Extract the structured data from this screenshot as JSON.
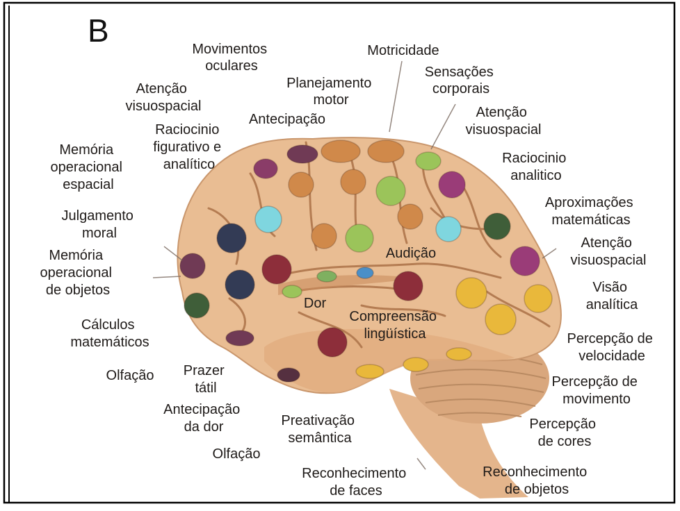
{
  "panel_letter": "B",
  "colors": {
    "brain": "#e9bd93",
    "brain_shadow": "#c9966c",
    "gyrus_line": "#b47c52",
    "cerebellum": "#d9a77d",
    "navy": "#333b55",
    "plum": "#703a55",
    "maroon": "#8d2e3a",
    "green": "#3f5e39",
    "orange": "#d0894a",
    "lime": "#9bc45a",
    "cyan": "#7fd6df",
    "magenta": "#9a3c78",
    "yellow": "#e9b83b",
    "blue": "#4a8fc8"
  },
  "labels": {
    "movimentos": [
      "Movimentos",
      "oculares"
    ],
    "motricidade": [
      "Motricidade"
    ],
    "planejamento": [
      "Planejamento",
      "motor"
    ],
    "sensacoes": [
      "Sensações",
      "corporais"
    ],
    "atencao_top_left": [
      "Atenção",
      "visuospacial"
    ],
    "antecipacao": [
      "Antecipação"
    ],
    "atencao_top_right": [
      "Atenção",
      "visuospacial"
    ],
    "raciocinio_fig": [
      "Raciocinio",
      "figurativo e",
      "analítico"
    ],
    "memoria_espacial": [
      "Memória",
      "operacional",
      "espacial"
    ],
    "raciocinio_anal": [
      "Raciocinio",
      "analitico"
    ],
    "aproximacoes": [
      "Aproximações",
      "matemáticas"
    ],
    "julgamento": [
      "Julgamento",
      "moral"
    ],
    "memoria_objetos": [
      "Memória",
      "operacional",
      "de objetos"
    ],
    "audicao": [
      "Audição"
    ],
    "atencao_right": [
      "Atenção",
      "visuospacial"
    ],
    "dor": [
      "Dor"
    ],
    "visao": [
      "Visão",
      "analítica"
    ],
    "compreensao": [
      "Compreensão",
      "lingüística"
    ],
    "calculos": [
      "Cálculos",
      "matemáticos"
    ],
    "percepcao_vel": [
      "Percepção de",
      "velocidade"
    ],
    "olfacao_1": [
      "Olfação"
    ],
    "prazer": [
      "Prazer",
      "tátil"
    ],
    "percepcao_mov": [
      "Percepção de",
      "movimento"
    ],
    "antecipacao_dor": [
      "Antecipação",
      "da dor"
    ],
    "preativacao": [
      "Preativação",
      "semântica"
    ],
    "percepcao_cores": [
      "Percepção",
      "de cores"
    ],
    "olfacao_2": [
      "Olfação"
    ],
    "reconhecimento_faces": [
      "Reconhecimento",
      "de faces"
    ],
    "reconhecimento_objetos": [
      "Reconhecimento",
      "de objetos"
    ]
  }
}
